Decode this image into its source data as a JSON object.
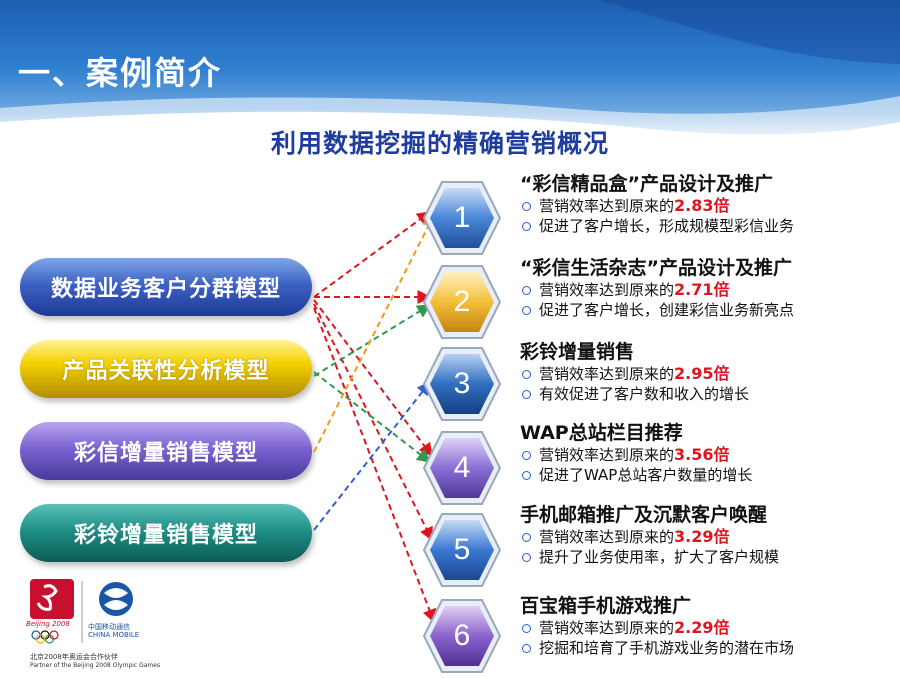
{
  "title": "一、案例简介",
  "subtitle": "利用数据挖掘的精确营销概况",
  "models": [
    {
      "label": "数据业务客户分群模型"
    },
    {
      "label": "产品关联性分析模型"
    },
    {
      "label": "彩信增量销售模型"
    },
    {
      "label": "彩铃增量销售模型"
    }
  ],
  "results": [
    {
      "number": "1",
      "title": "“彩信精品盒”产品设计及推广",
      "line1_prefix": "营销效率达到原来的",
      "line1_value": "2.83倍",
      "line2": "促进了客户增长，形成规模型彩信业务"
    },
    {
      "number": "2",
      "title": "“彩信生活杂志”产品设计及推广",
      "line1_prefix": "营销效率达到原来的",
      "line1_value": "2.71倍",
      "line2": " 促进了客户增长，创建彩信业务新亮点"
    },
    {
      "number": "3",
      "title": "彩铃增量销售",
      "line1_prefix": "营销效率达到原来的",
      "line1_value": "2.95倍",
      "line2": "有效促进了客户数和收入的增长"
    },
    {
      "number": "4",
      "title": "WAP总站栏目推荐",
      "line1_prefix": "营销效率达到原来的",
      "line1_value": "3.56倍",
      "line2": "促进了WAP总站客户数量的增长"
    },
    {
      "number": "5",
      "title": "手机邮箱推广及沉默客户唤醒",
      "line1_prefix": "营销效率达到原来的",
      "line1_value": "3.29倍",
      "line2": "提升了业务使用率，扩大了客户规模"
    },
    {
      "number": "6",
      "title": "百宝箱手机游戏推广",
      "line1_prefix": "营销效率达到原来的",
      "line1_value": "2.29倍",
      "line2": "挖掘和培育了手机游戏业务的潜在市场"
    }
  ],
  "logo": {
    "beijing": "Beijing 2008",
    "cm_cn": "中国移动通信",
    "cm_en": "CHINA MOBILE",
    "caption_cn": "北京2008年奥运会合作伙伴",
    "caption_en": "Partner of the Beijing 2008 Olympic Games"
  },
  "colors": {
    "hex": [
      "#4a86d8",
      "#f3bf3a",
      "#2f6fc0",
      "#8a6fd6",
      "#3b78d3",
      "#8a63cc"
    ],
    "line_red": "#e0141e",
    "line_orange": "#f29a16",
    "line_green": "#2e9a4c",
    "line_blue": "#2f5fd0",
    "highlight": "#e0141e"
  }
}
